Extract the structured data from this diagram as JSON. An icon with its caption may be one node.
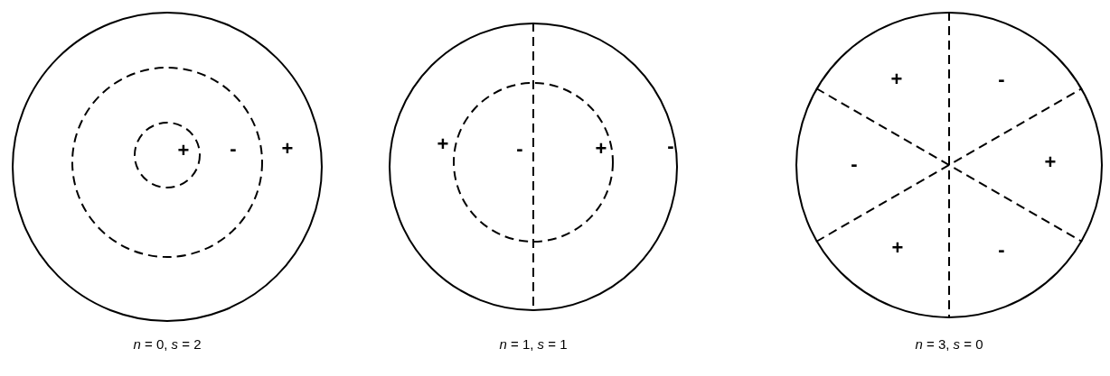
{
  "diagram": {
    "nodes": [
      {
        "text": [
          "+",
          "-",
          "+"
        ],
        "beside": [
          "*n* = 0, *s* = 2"
        ]
      },
      {
        "text": [
          "+",
          "-",
          "+",
          "-"
        ],
        "beside": [
          "*n* = 1, *s* = 1"
        ]
      },
      {
        "text": [
          "+",
          "-",
          "-",
          "+",
          "+",
          "-"
        ],
        "beside": [
          "*n* = 3, *s* = 0"
        ]
      }
    ]
  }
}
